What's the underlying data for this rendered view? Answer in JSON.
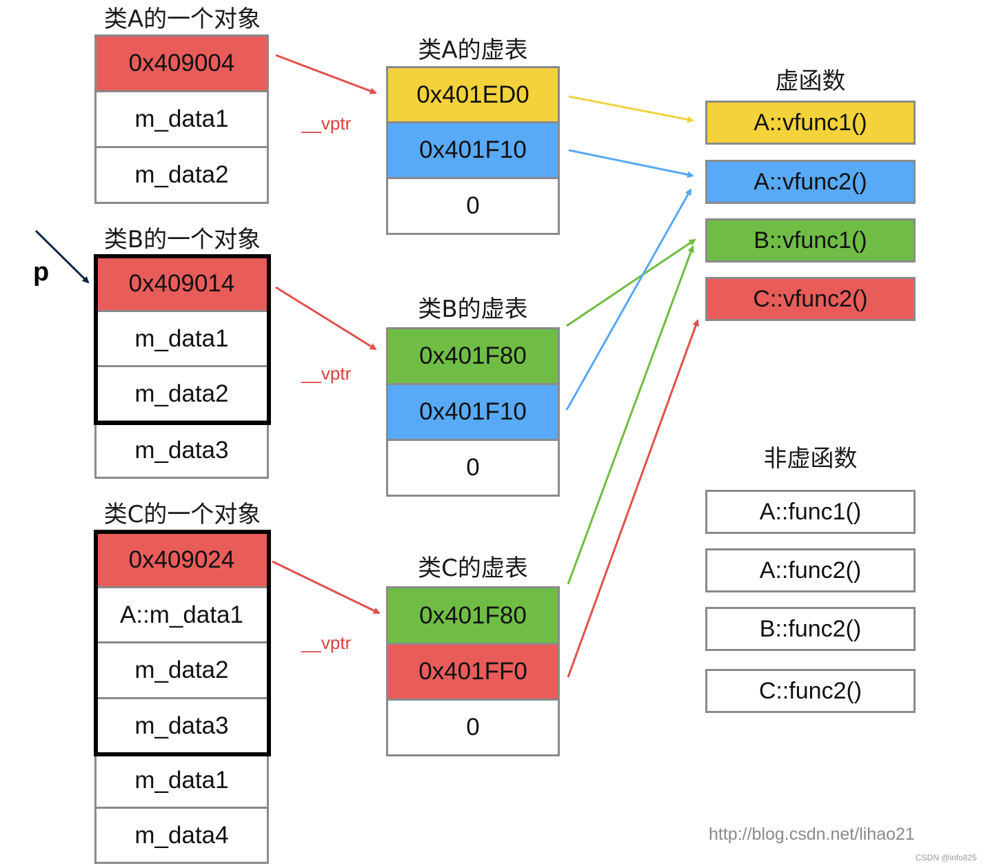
{
  "colors": {
    "red": "#e85c5a",
    "yellow": "#f3d23b",
    "blue": "#58a9f7",
    "green": "#70bd46",
    "border": "#8a8a8a",
    "arrow_red": "#e0504a",
    "arrow_yellow": "#f0d33f",
    "arrow_blue": "#55a7f3",
    "arrow_green": "#6fbc3f",
    "arrow_p": "#0b2748"
  },
  "objects": {
    "a": {
      "title": "类A的一个对象",
      "cells": [
        "0x409004",
        "m_data1",
        "m_data2"
      ]
    },
    "b": {
      "title": "类B的一个对象",
      "cells": [
        "0x409014",
        "m_data1",
        "m_data2",
        "m_data3"
      ]
    },
    "c": {
      "title": "类C的一个对象",
      "cells": [
        "0x409024",
        "A::m_data1",
        "m_data2",
        "m_data3",
        "m_data1",
        "m_data4"
      ]
    }
  },
  "vtables": {
    "a": {
      "title": "类A的虚表",
      "cells": [
        "0x401ED0",
        "0x401F10",
        "0"
      ]
    },
    "b": {
      "title": "类B的虚表",
      "cells": [
        "0x401F80",
        "0x401F10",
        "0"
      ]
    },
    "c": {
      "title": "类C的虚表",
      "cells": [
        "0x401F80",
        "0x401FF0",
        "0"
      ]
    }
  },
  "vptr_label": "__vptr",
  "pointer_label": "p",
  "virtual_functions": {
    "title": "虚函数",
    "items": [
      "A::vfunc1()",
      "A::vfunc2()",
      "B::vfunc1()",
      "C::vfunc2()"
    ]
  },
  "non_virtual_functions": {
    "title": "非虚函数",
    "items": [
      "A::func1()",
      "A::func2()",
      "B::func2()",
      "C::func2()"
    ]
  },
  "source_url": "http://blog.csdn.net/lihao21",
  "watermark": "CSDN @info825"
}
